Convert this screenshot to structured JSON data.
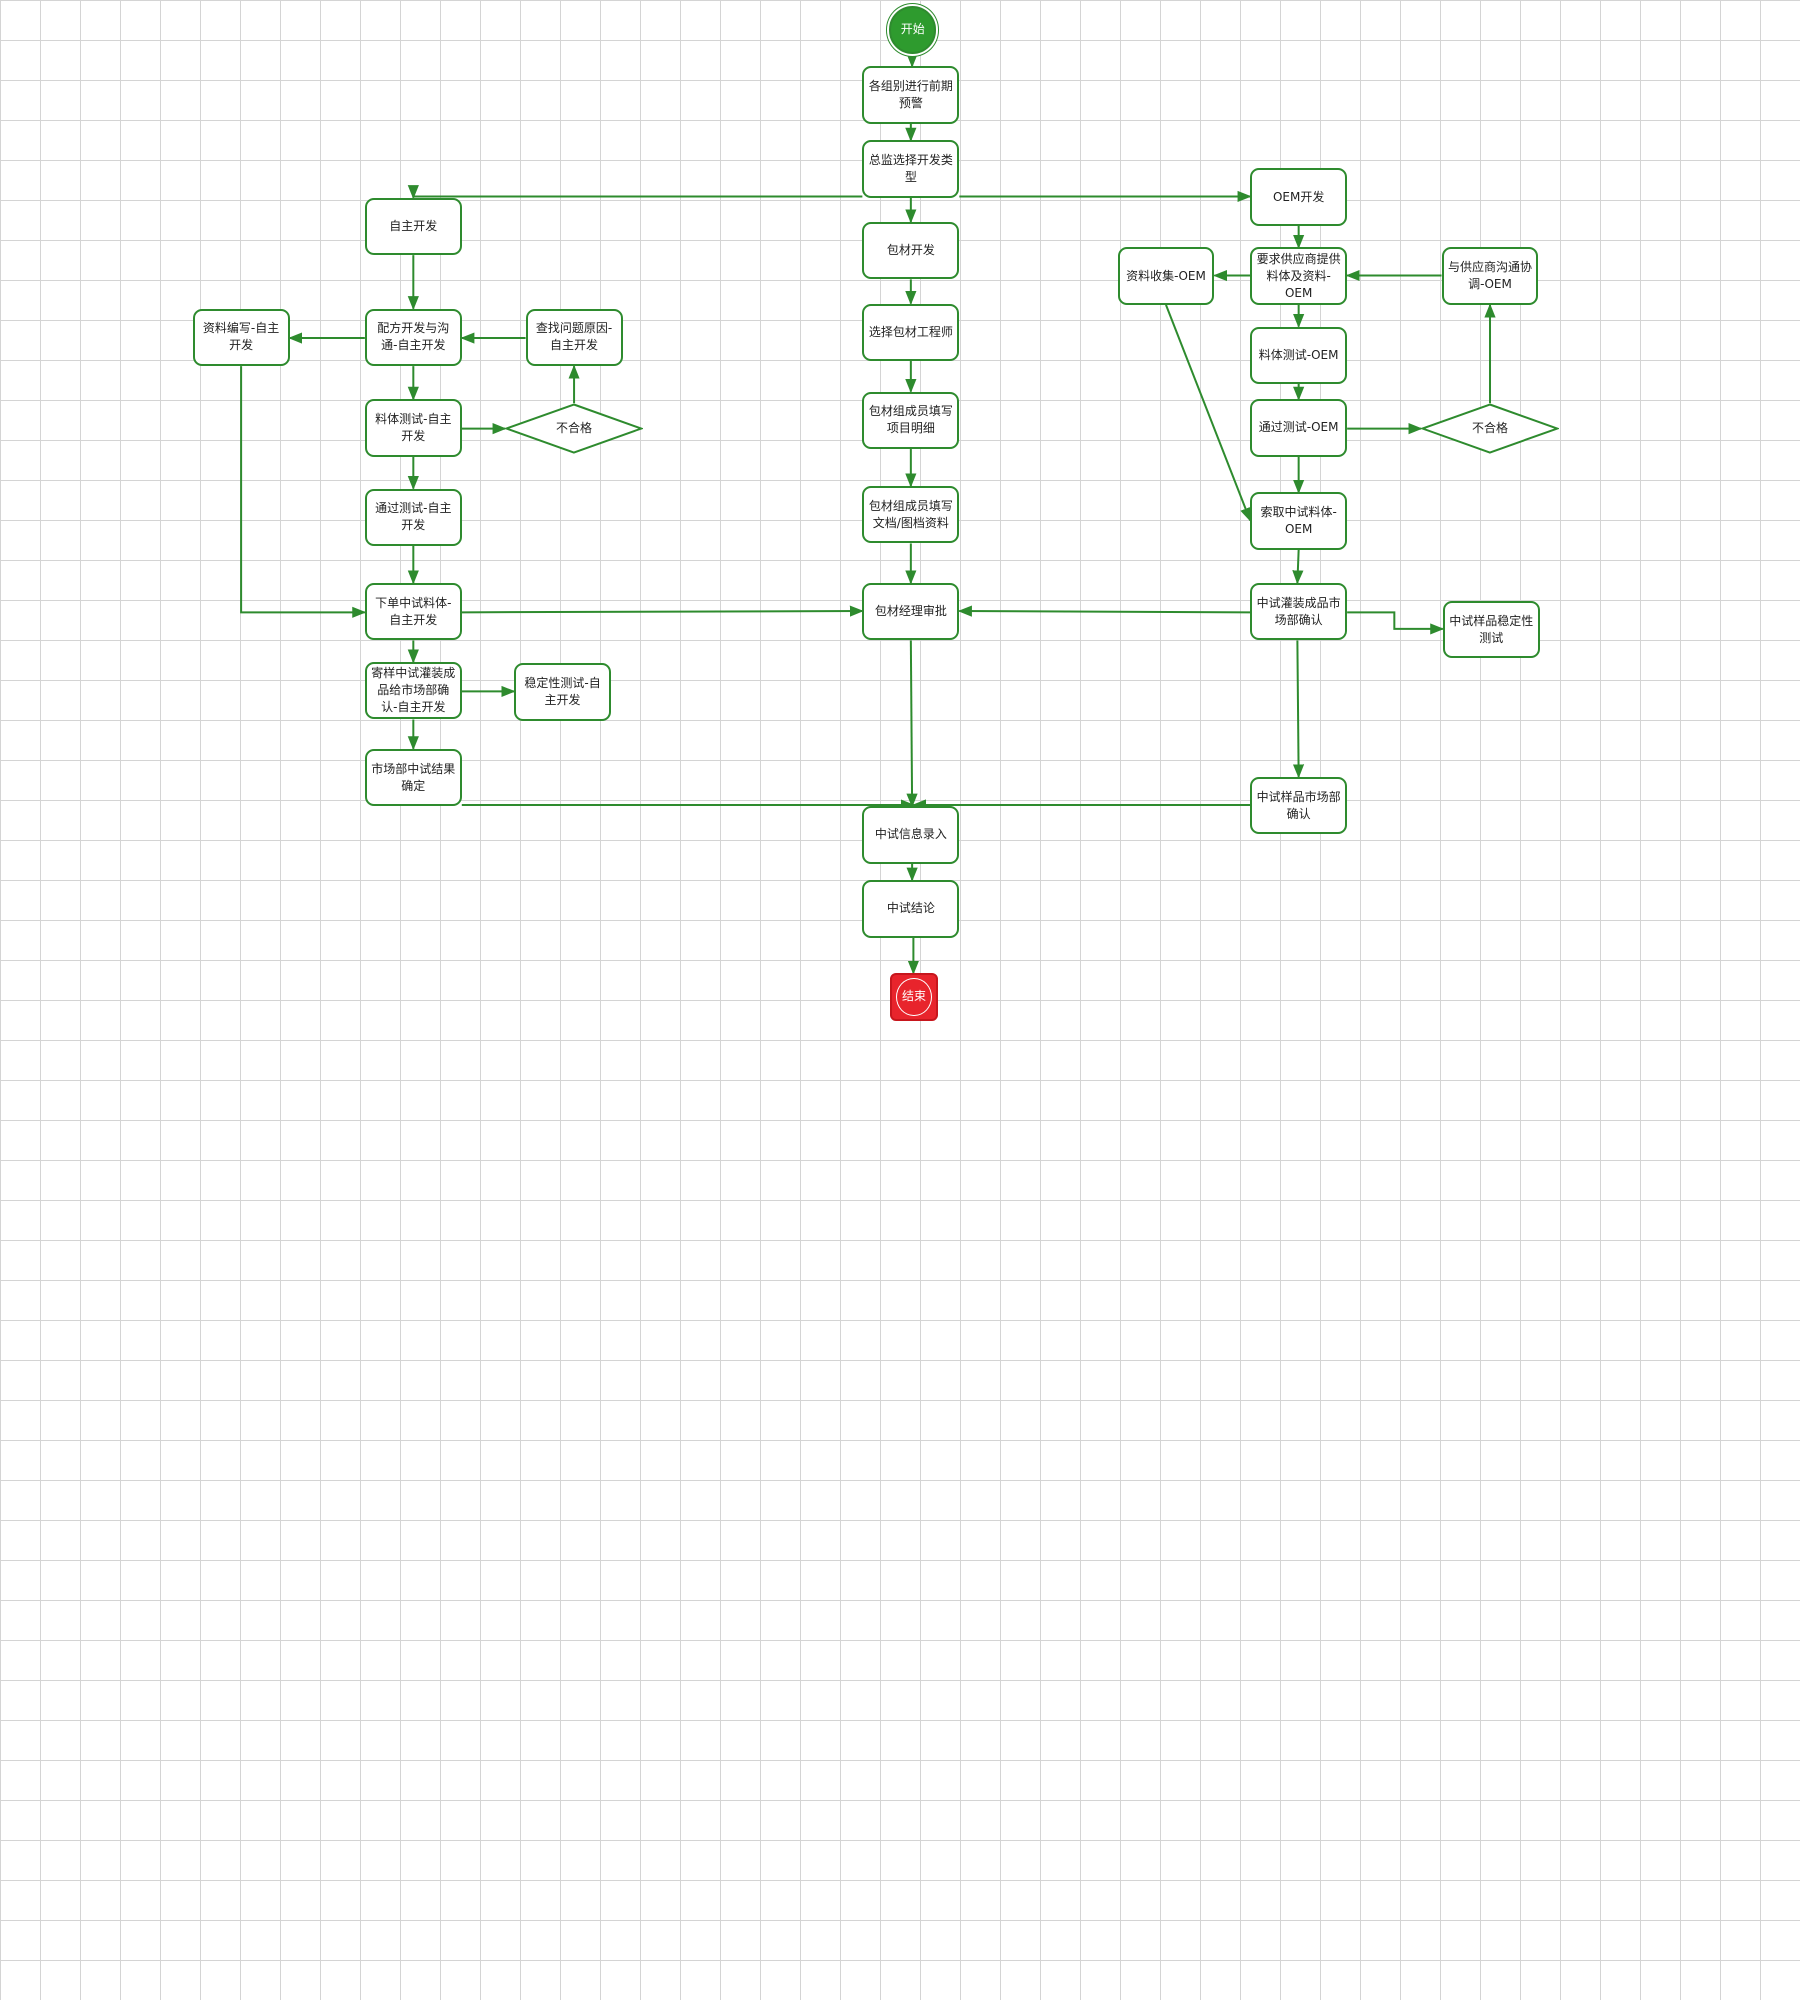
{
  "diagram": {
    "colors": {
      "stroke": "#2e8b2e",
      "start_fill": "#2e9b2e",
      "end_fill": "#e8242c",
      "grid": "#d4d4d4"
    },
    "nodes": [
      {
        "id": "start",
        "label": "开始",
        "shape": "start"
      },
      {
        "id": "n_warn",
        "label": "各组别进行前期预警",
        "shape": "rect"
      },
      {
        "id": "n_type",
        "label": "总监选择开发类型",
        "shape": "rect"
      },
      {
        "id": "n_self",
        "label": "自主开发",
        "shape": "rect"
      },
      {
        "id": "n_pkg",
        "label": "包材开发",
        "shape": "rect"
      },
      {
        "id": "n_oem",
        "label": "OEM开发",
        "shape": "rect"
      },
      {
        "id": "n_docs_self",
        "label": "资料编写-自主开发",
        "shape": "rect"
      },
      {
        "id": "n_formula",
        "label": "配方开发与沟通-自主开发",
        "shape": "rect"
      },
      {
        "id": "n_cause",
        "label": "查找问题原因-自主开发",
        "shape": "rect"
      },
      {
        "id": "n_test_self",
        "label": "料体测试-自主开发",
        "shape": "rect"
      },
      {
        "id": "n_fail_self",
        "label": "不合格",
        "shape": "diamond"
      },
      {
        "id": "n_pass_self",
        "label": "通过测试-自主开发",
        "shape": "rect"
      },
      {
        "id": "n_order_self",
        "label": "下单中试料体-自主开发",
        "shape": "rect"
      },
      {
        "id": "n_sample_self",
        "label": "寄样中试灌装成品给市场部确认-自主开发",
        "shape": "rect"
      },
      {
        "id": "n_stab_self",
        "label": "稳定性测试-自主开发",
        "shape": "rect"
      },
      {
        "id": "n_market_self",
        "label": "市场部中试结果确定",
        "shape": "rect"
      },
      {
        "id": "n_engineer",
        "label": "选择包材工程师",
        "shape": "rect"
      },
      {
        "id": "n_fill1",
        "label": "包材组成员填写项目明细",
        "shape": "rect"
      },
      {
        "id": "n_fill2",
        "label": "包材组成员填写文档/图档资料",
        "shape": "rect"
      },
      {
        "id": "n_mgr",
        "label": "包材经理审批",
        "shape": "rect"
      },
      {
        "id": "n_info",
        "label": "中试信息录入",
        "shape": "rect"
      },
      {
        "id": "n_concl",
        "label": "中试结论",
        "shape": "rect"
      },
      {
        "id": "end",
        "label": "结束",
        "shape": "end"
      },
      {
        "id": "n_collect",
        "label": "资料收集-OEM",
        "shape": "rect"
      },
      {
        "id": "n_req",
        "label": "要求供应商提供料体及资料-OEM",
        "shape": "rect"
      },
      {
        "id": "n_comm",
        "label": "与供应商沟通协调-OEM",
        "shape": "rect"
      },
      {
        "id": "n_test_oem",
        "label": "料体测试-OEM",
        "shape": "rect"
      },
      {
        "id": "n_pass_oem",
        "label": "通过测试-OEM",
        "shape": "rect"
      },
      {
        "id": "n_fail_oem",
        "label": "不合格",
        "shape": "diamond"
      },
      {
        "id": "n_get_oem",
        "label": "索取中试料体-OEM",
        "shape": "rect"
      },
      {
        "id": "n_fillmk_oem",
        "label": "中试灌装成品市场部确认",
        "shape": "rect"
      },
      {
        "id": "n_stab_oem",
        "label": "中试样品稳定性测试",
        "shape": "rect"
      },
      {
        "id": "n_smk_oem",
        "label": "中试样品市场部确认",
        "shape": "rect"
      }
    ]
  }
}
